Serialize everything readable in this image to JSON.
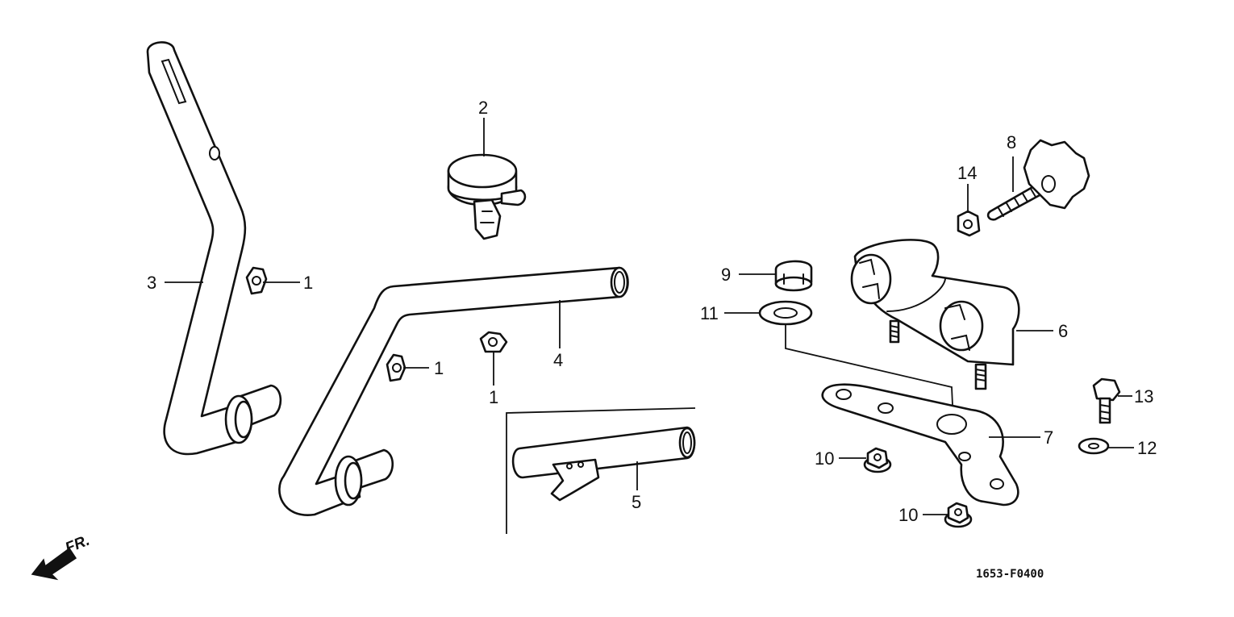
{
  "diagram": {
    "drawing_code": "1653-F0400",
    "direction_label": "FR.",
    "callouts": {
      "c1a": "1",
      "c1b": "1",
      "c1c": "1",
      "c2": "2",
      "c3": "3",
      "c4": "4",
      "c5": "5",
      "c6": "6",
      "c7": "7",
      "c8": "8",
      "c9": "9",
      "c10a": "10",
      "c10b": "10",
      "c11": "11",
      "c12": "12",
      "c13": "13",
      "c14": "14"
    }
  }
}
